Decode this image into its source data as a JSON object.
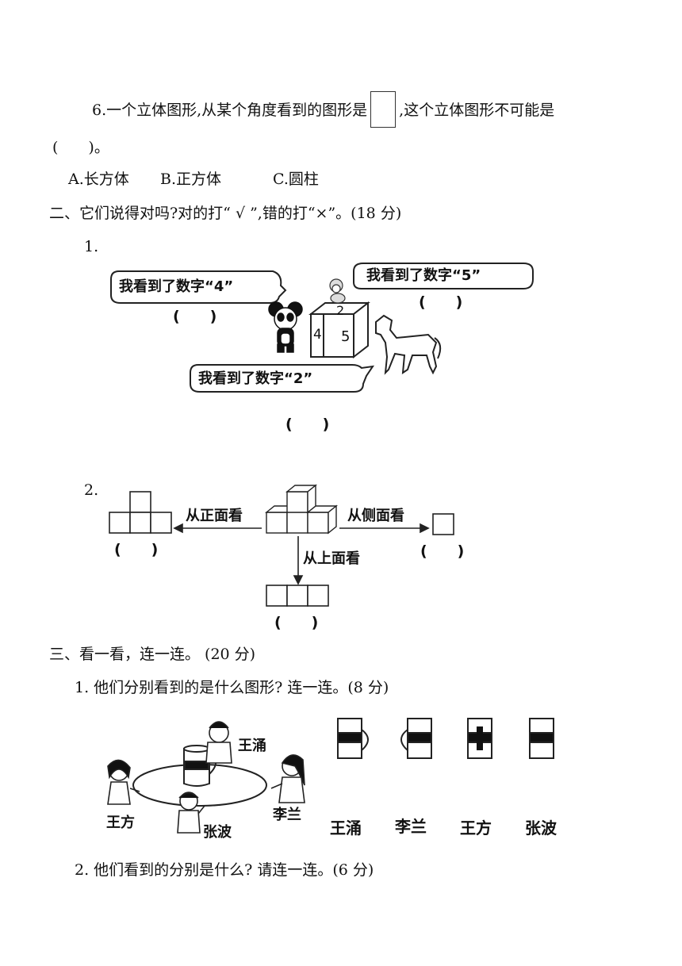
{
  "q6": {
    "text_a": "6.一个立体图形,从某个角度看到的图形是",
    "text_b": ",这个立体图形不可能是",
    "blank": "(　　)。",
    "options": [
      "A.长方体",
      "B.正方体",
      "C.圆柱"
    ]
  },
  "section2": {
    "title": "二、它们说得对吗?对的打“ √ ”,错的打“×”。(18 分)",
    "item1": {
      "number": "1.",
      "bubble_panda": "我看到了数字“4”",
      "bubble_monkey": "我看到了数字“5”",
      "bubble_horse": "我看到了数字“2”",
      "cube_face_left": "4",
      "cube_face_front": "5",
      "cube_face_top": "2",
      "paren": "(　　)"
    },
    "item2": {
      "number": "2.",
      "label_front": "从正面看",
      "label_side": "从侧面看",
      "label_top": "从上面看",
      "paren": "(　　)"
    }
  },
  "section3": {
    "title": "三、看一看，连一连。 (20 分)",
    "item1": {
      "text": "1.  他们分别看到的是什么图形? 连一连。(8 分)",
      "people": [
        "王涌",
        "王方",
        "张波",
        "李兰"
      ],
      "answer_names": [
        "王涌",
        "李兰",
        "王方",
        "张波"
      ]
    },
    "item2": {
      "text": "2.  他们看到的分别是什么? 请连一连。(6 分)"
    }
  }
}
